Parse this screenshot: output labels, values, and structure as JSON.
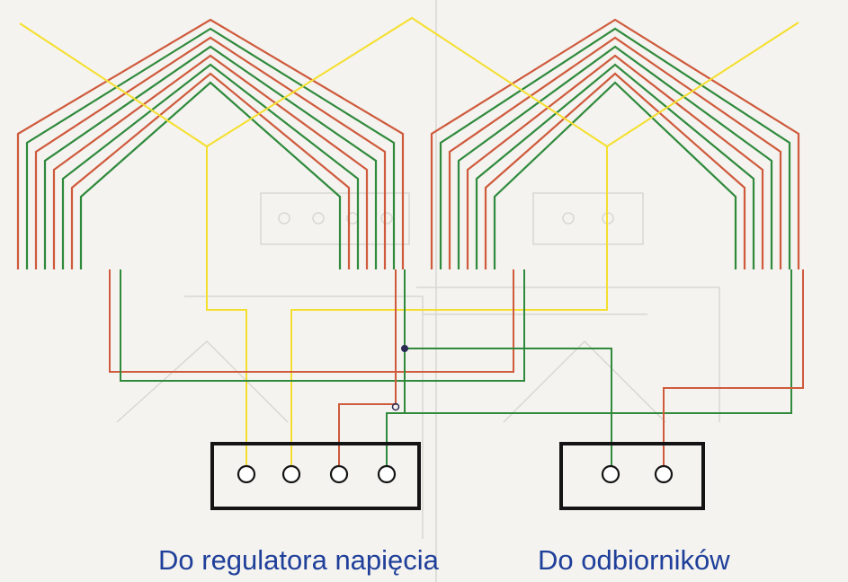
{
  "labels": {
    "regulator": "Do regulatora napięcia",
    "receivers": "Do odbiorników"
  },
  "colors": {
    "background": "#f4f3ef",
    "red": "#cf5a3c",
    "green": "#2f8a3c",
    "yellow": "#f5df2e",
    "box": "#141414",
    "label": "#1f3f9a",
    "faint": "#d8d8d2"
  },
  "diagram": {
    "left_coil_group": {
      "coils": 8
    },
    "right_coil_group": {
      "coils": 8
    },
    "regulator_terminals": 4,
    "receiver_terminals": 2
  }
}
